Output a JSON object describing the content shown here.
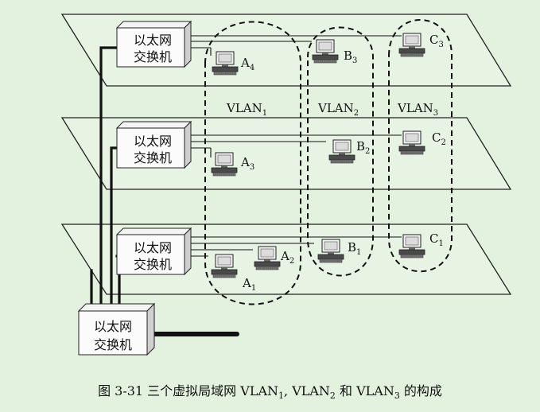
{
  "switch_label": {
    "line1": "以太网",
    "line2": "交换机"
  },
  "vlan_labels": [
    {
      "name": "VLAN",
      "sub": "1"
    },
    {
      "name": "VLAN",
      "sub": "2"
    },
    {
      "name": "VLAN",
      "sub": "3"
    }
  ],
  "hosts": {
    "A1": {
      "name": "A",
      "sub": "1"
    },
    "A2": {
      "name": "A",
      "sub": "2"
    },
    "A3": {
      "name": "A",
      "sub": "3"
    },
    "A4": {
      "name": "A",
      "sub": "4"
    },
    "B1": {
      "name": "B",
      "sub": "1"
    },
    "B2": {
      "name": "B",
      "sub": "2"
    },
    "B3": {
      "name": "B",
      "sub": "3"
    },
    "C1": {
      "name": "C",
      "sub": "1"
    },
    "C2": {
      "name": "C",
      "sub": "2"
    },
    "C3": {
      "name": "C",
      "sub": "3"
    }
  },
  "caption": {
    "prefix": "图 3-31    三个虚拟局域网 ",
    "v": "VLAN",
    "s1": "1",
    "comma": ", ",
    "s2": "2",
    "and": " 和 ",
    "s3": "3",
    "suffix": " 的构成"
  }
}
